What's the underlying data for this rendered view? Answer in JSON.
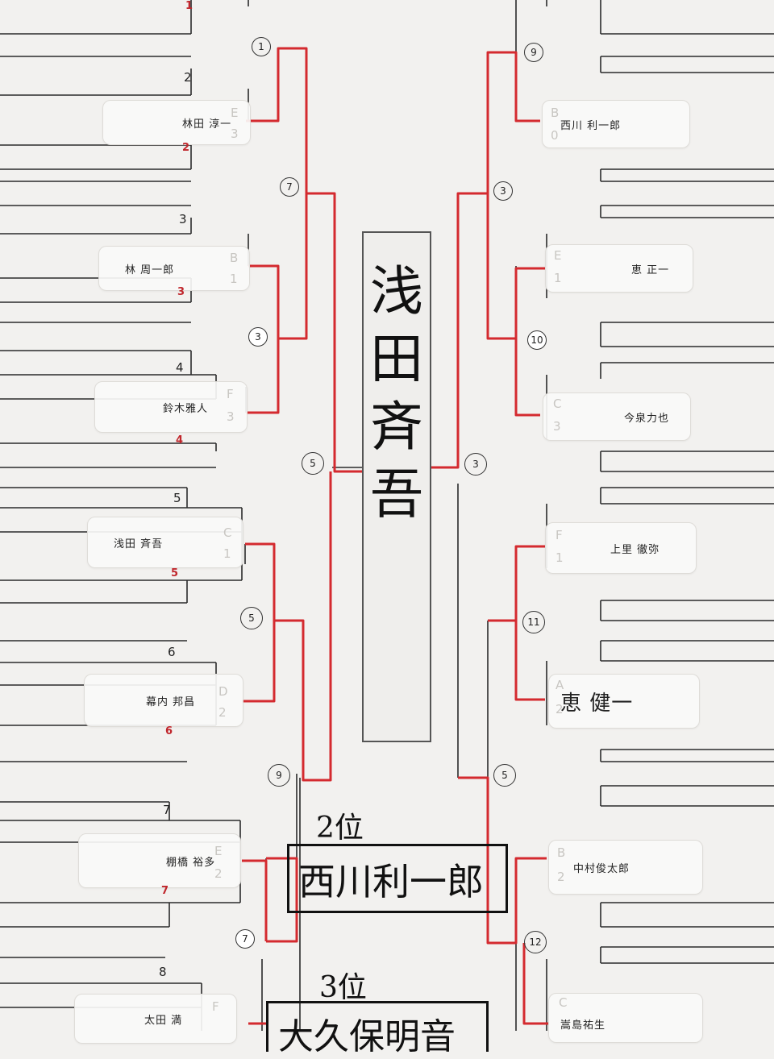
{
  "winner": {
    "chars": [
      "浅",
      "田",
      "斉",
      "吾"
    ]
  },
  "second_place": {
    "label": "2位",
    "name": "西川利一郎"
  },
  "third_place": {
    "label": "3位",
    "name": "大久保明音"
  },
  "left_players": [
    {
      "seed": "2",
      "seed_red": "2",
      "name": "林田 淳一",
      "group": "E",
      "sub": "3"
    },
    {
      "seed": "3",
      "seed_red": "3",
      "name": "林 周一郎",
      "group": "B",
      "sub": "1"
    },
    {
      "seed": "4",
      "seed_red": "4",
      "name": "鈴木雅人",
      "group": "F",
      "sub": "3"
    },
    {
      "seed": "5",
      "seed_red": "5",
      "name": "浅田 斉吾",
      "group": "C",
      "sub": "1"
    },
    {
      "seed": "6",
      "seed_red": "6",
      "name": "幕内 邦昌",
      "group": "D",
      "sub": "2"
    },
    {
      "seed": "7",
      "seed_red": "7",
      "name": "棚橋 裕多",
      "group": "E",
      "sub": "2"
    },
    {
      "seed": "8",
      "seed_red": "",
      "name": "太田 満",
      "group": "F",
      "sub": ""
    }
  ],
  "top_red_seed": "1",
  "right_players": [
    {
      "name": "西川 利一郎",
      "group": "B",
      "sub": "0"
    },
    {
      "name": "恵 正一",
      "group": "E",
      "sub": "1"
    },
    {
      "name": "今泉力也",
      "group": "C",
      "sub": "3"
    },
    {
      "name": "上里 徹弥",
      "group": "F",
      "sub": "1"
    },
    {
      "name": "恵 健一",
      "group": "A",
      "sub": "2"
    },
    {
      "name": "中村俊太郎",
      "group": "B",
      "sub": "2"
    },
    {
      "name": "嵩島祐生",
      "group": "C",
      "sub": ""
    }
  ],
  "match_numbers": {
    "left": [
      "1",
      "7",
      "3",
      "5",
      "5",
      "9",
      "7"
    ],
    "right": [
      "9",
      "3",
      "10",
      "3",
      "11",
      "5",
      "12"
    ]
  },
  "colors": {
    "win_line": "#d42a2f",
    "line": "#2b2b2b",
    "paper": "#f2f1ef"
  }
}
